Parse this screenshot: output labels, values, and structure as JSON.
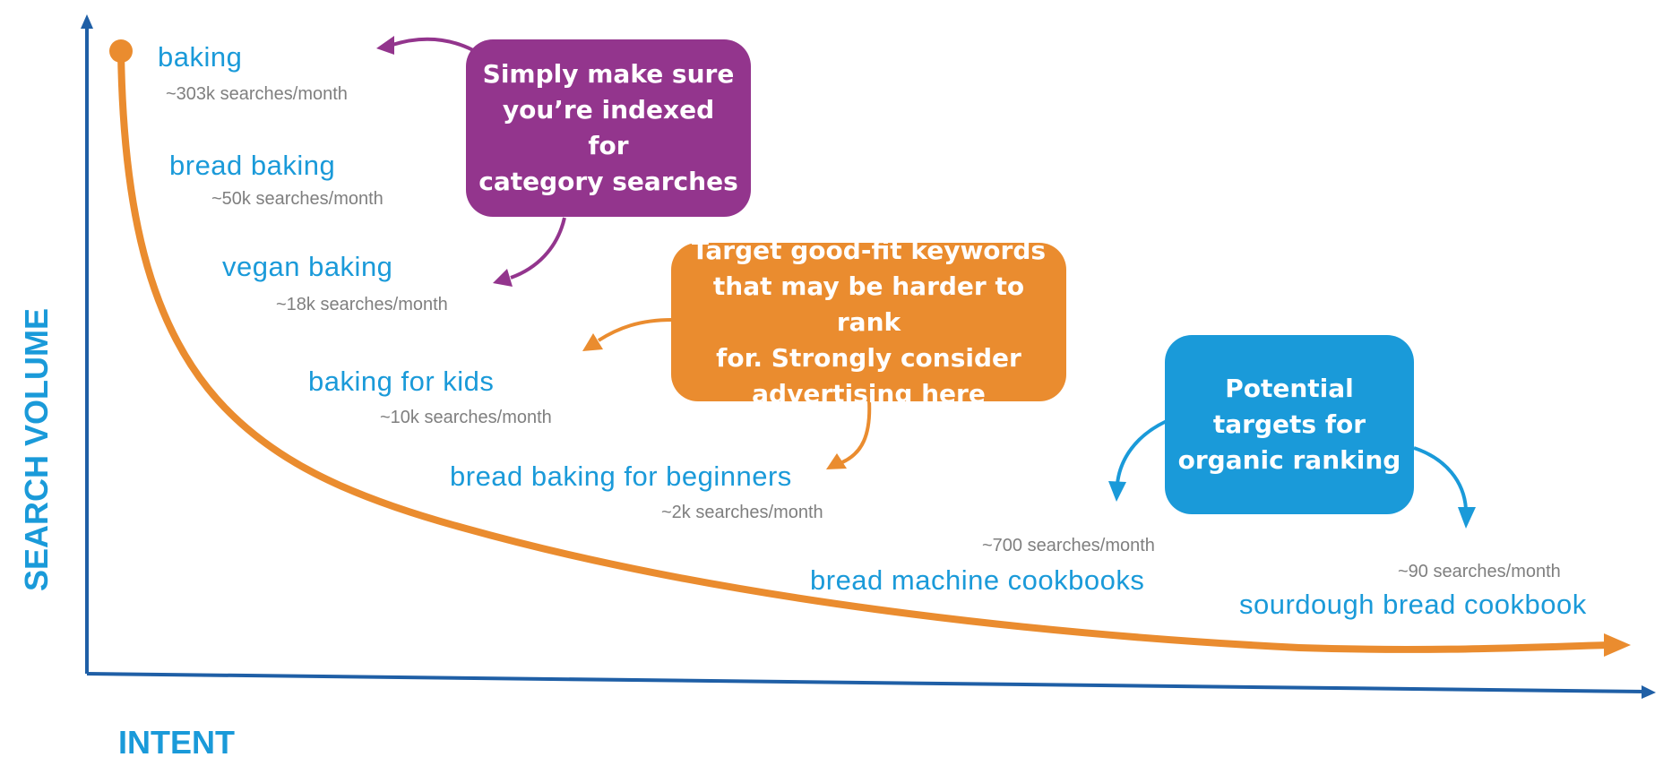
{
  "axes": {
    "y_label": "SEARCH VOLUME",
    "x_label": "INTENT"
  },
  "keywords": [
    {
      "term": "baking",
      "volume": "~303k searches/month"
    },
    {
      "term": "bread baking",
      "volume": "~50k searches/month"
    },
    {
      "term": "vegan baking",
      "volume": "~18k searches/month"
    },
    {
      "term": "baking for kids",
      "volume": "~10k searches/month"
    },
    {
      "term": "bread baking for beginners",
      "volume": "~2k searches/month"
    },
    {
      "term": "bread machine cookbooks",
      "volume": "~700 searches/month"
    },
    {
      "term": "sourdough bread cookbook",
      "volume": "~90 searches/month"
    }
  ],
  "callouts": {
    "category": {
      "lines": [
        "Simply make sure",
        "you’re indexed for",
        "category searches"
      ],
      "color": "#93358d"
    },
    "goodfit": {
      "lines": [
        "Target good-fit keywords",
        "that may be harder to rank",
        "for. Strongly consider",
        "advertising here"
      ],
      "color": "#ea8c2f"
    },
    "organic": {
      "lines": [
        "Potential",
        "targets for",
        "organic ranking"
      ],
      "color": "#1a9ad9"
    }
  },
  "colors": {
    "axis": "#1f5fa6",
    "curve": "#ea8c2f",
    "keyword": "#1a9ad9",
    "volume": "#7f7f7f"
  }
}
